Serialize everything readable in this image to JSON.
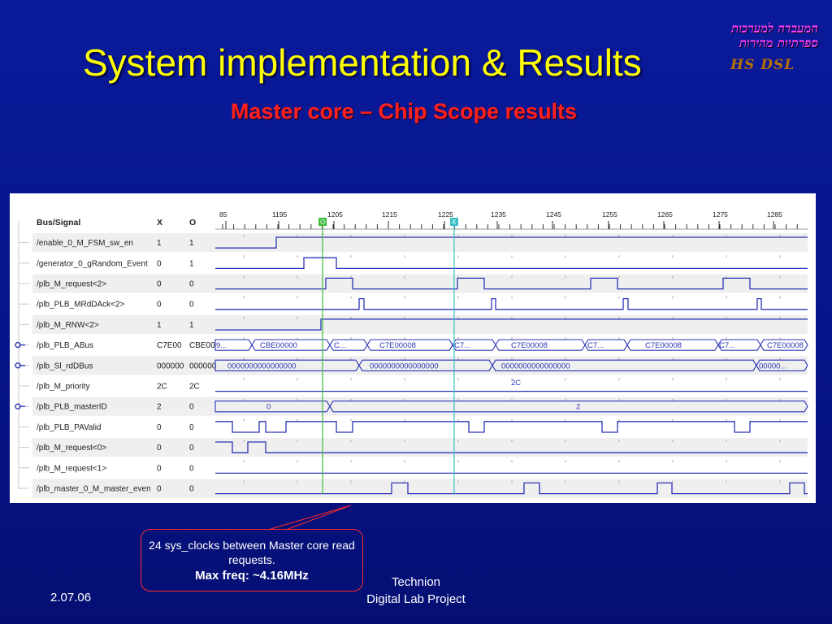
{
  "slide": {
    "title": "System implementation & Results",
    "subtitle": "Master core – Chip Scope results",
    "date": "2.07.06",
    "footer_line1": "Technion",
    "footer_line2": "Digital Lab Project"
  },
  "logo": {
    "line1": "המעבדה למערכות",
    "line2": "ספרתיות מהירות",
    "line3": "HS DSL"
  },
  "callout": {
    "text": "24 sys_clocks between Master core read requests.",
    "highlight": "Max freq: ~4.16MHz"
  },
  "waveform": {
    "headers": {
      "signal": "Bus/Signal",
      "x": "X",
      "o": "O"
    },
    "time_labels": [
      "85",
      "1195",
      "1205",
      "1215",
      "1225",
      "1235",
      "1245",
      "1255",
      "1265",
      "1275",
      "1285"
    ],
    "cursor_x_label": "O",
    "cursor_o_label": "X",
    "signals": [
      {
        "name": "/enable_0_M_FSM_sw_en",
        "x": "1",
        "o": "1",
        "bus": false
      },
      {
        "name": "/generator_0_gRandom_Event",
        "x": "0",
        "o": "1",
        "bus": false
      },
      {
        "name": "/plb_M_request<2>",
        "x": "0",
        "o": "0",
        "bus": false
      },
      {
        "name": "/plb_PLB_MRdDAck<2>",
        "x": "0",
        "o": "0",
        "bus": false
      },
      {
        "name": "/plb_M_RNW<2>",
        "x": "1",
        "o": "1",
        "bus": false
      },
      {
        "name": "/plb_PLB_ABus",
        "x": "C7E00",
        "o": "CBE00",
        "bus": true,
        "segments": [
          "9...",
          "CBE00000",
          "C...",
          "C7E00008",
          "C7...",
          "C7E00008",
          "C7...",
          "C7E00008",
          "C7...",
          "C7E00008"
        ]
      },
      {
        "name": "/plb_Sl_rdDBus",
        "x": "000000",
        "o": "000000",
        "bus": true,
        "segments": [
          "0000000000000000",
          "0000000000000000",
          "0000000000000000",
          "00000..."
        ]
      },
      {
        "name": "/plb_M_priority",
        "x": "2C",
        "o": "2C",
        "bus": false,
        "segments": [
          "2C"
        ]
      },
      {
        "name": "/plb_PLB_masterID",
        "x": "2",
        "o": "0",
        "bus": true,
        "segments": [
          "0",
          "2"
        ]
      },
      {
        "name": "/plb_PLB_PAValid",
        "x": "0",
        "o": "0",
        "bus": false
      },
      {
        "name": "/plb_M_request<0>",
        "x": "0",
        "o": "0",
        "bus": false
      },
      {
        "name": "/plb_M_request<1>",
        "x": "0",
        "o": "0",
        "bus": false
      },
      {
        "name": "/plb_master_0_M_master_even",
        "x": "0",
        "o": "0",
        "bus": false
      }
    ]
  },
  "colors": {
    "background": "#0a1a9a",
    "title": "#ffff00",
    "subtitle": "#ff2020",
    "wave": "#2a35b5",
    "cursor_x": "#3dbb3d",
    "cursor_o": "#38c0c8"
  }
}
